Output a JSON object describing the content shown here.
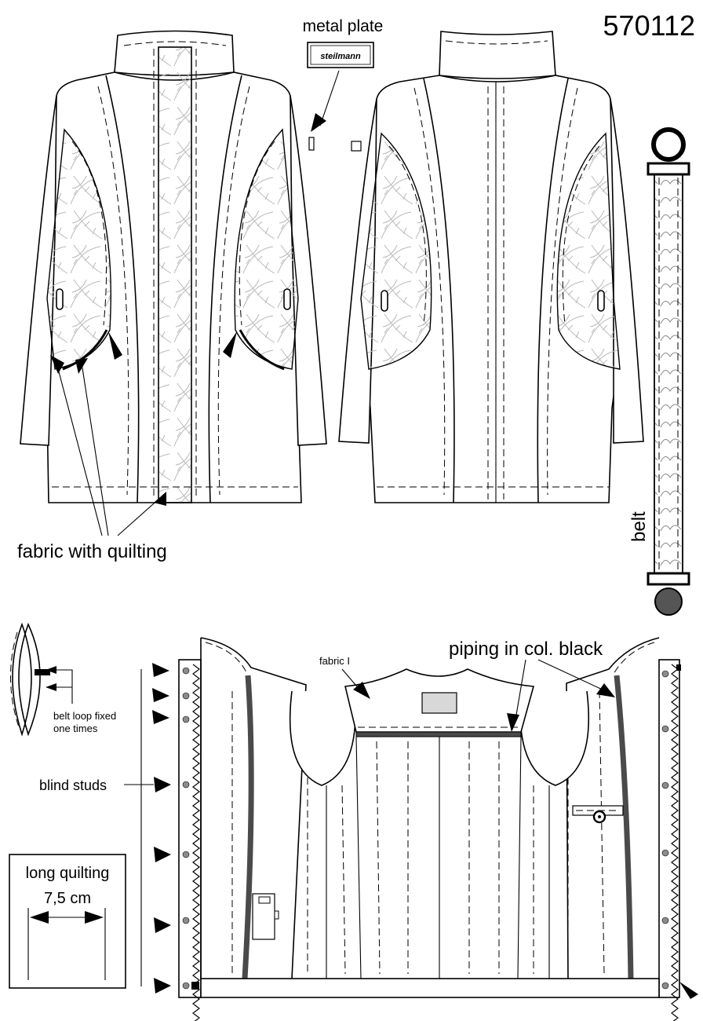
{
  "header": {
    "style_number": "570112"
  },
  "labels": {
    "metal_plate": "metal plate",
    "plate_brand": "steilmann",
    "fabric_quilting": "fabric with quilting",
    "belt": "belt",
    "belt_loop_line1": "belt loop fixed",
    "belt_loop_line2": "one times",
    "blind_studs": "blind studs",
    "fabric_i": "fabric I",
    "piping": "piping in col. black",
    "long_quilting": "long quilting",
    "measure": "7,5 cm"
  },
  "colors": {
    "line": "#000000",
    "quilting": "#b9b9b9",
    "piping": "#4a4a4a",
    "stud": "#8c8c8c",
    "buckle_ball": "#555555"
  }
}
